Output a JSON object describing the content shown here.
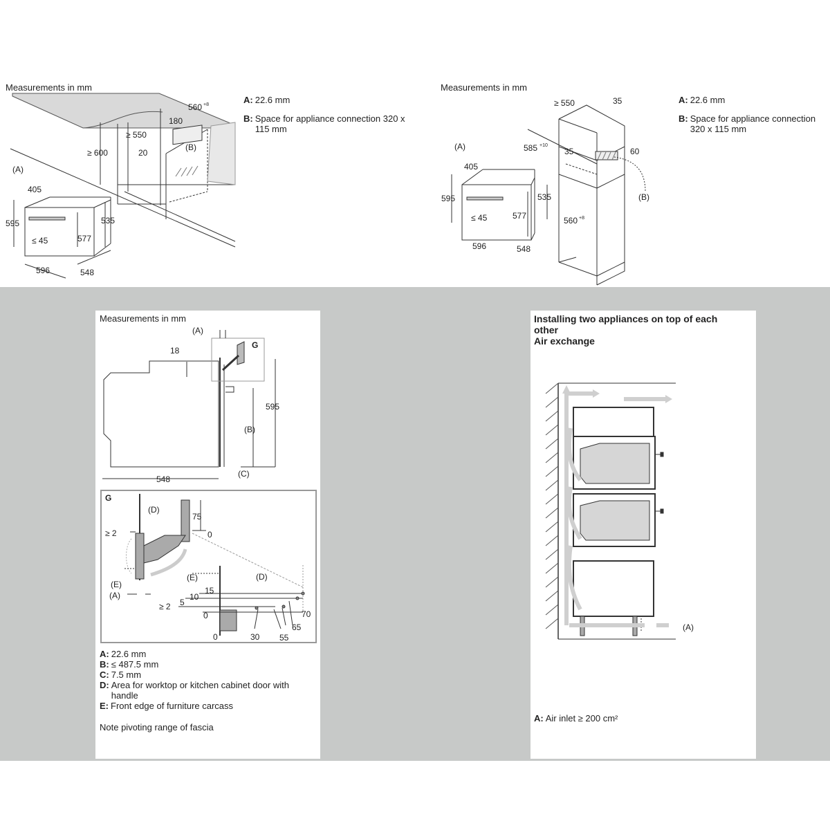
{
  "panel1": {
    "title": "Measurements in mm",
    "legend": [
      {
        "key": "A:",
        "text": "22.6 mm"
      },
      {
        "key": "B:",
        "text": "Space for appliance connection 320 x 115 mm"
      }
    ],
    "dims": {
      "d560": "560",
      "d560sup": "+8",
      "d180": "180",
      "d550": "≥ 550",
      "d600": "≥ 600",
      "d20": "20",
      "dB": "(B)",
      "dA": "(A)",
      "d405": "405",
      "d595": "595",
      "d535": "535",
      "d577": "577",
      "d45": "≤ 45",
      "d596": "596",
      "d548": "548"
    }
  },
  "panel2": {
    "title": "Measurements in mm",
    "legend": [
      {
        "key": "A:",
        "text": "22.6 mm"
      },
      {
        "key": "B:",
        "text": "Space for appliance connection 320 x 115 mm"
      }
    ],
    "dims": {
      "d550": "≥ 550",
      "d35a": "35",
      "d585": "585",
      "d585sup": "+10",
      "d35b": "35",
      "d60": "60",
      "dA": "(A)",
      "d405": "405",
      "d595": "595",
      "d535": "535",
      "d577": "577",
      "d45": "≤ 45",
      "d560": "560",
      "d560sup": "+8",
      "dB": "(B)",
      "d596": "596",
      "d548": "548"
    }
  },
  "panel3": {
    "title": "Measurements in mm",
    "legend": [
      {
        "key": "A:",
        "text": "22.6 mm"
      },
      {
        "key": "B:",
        "text": "≤ 487.5 mm"
      },
      {
        "key": "C:",
        "text": "7.5 mm"
      },
      {
        "key": "D:",
        "text": "Area for worktop or kitchen cabinet door with handle"
      },
      {
        "key": "E:",
        "text": "Front edge of furniture carcass"
      }
    ],
    "note": "Note pivoting range of fascia",
    "dims": {
      "dA": "(A)",
      "dG": "G",
      "d18": "18",
      "d595": "595",
      "dB": "(B)",
      "dC": "(C)",
      "d548": "548",
      "gG": "G",
      "gD": "(D)",
      "g75": "75",
      "g0a": "0",
      "g2a": "≥ 2",
      "gE": "(E)",
      "gA": "(A)",
      "gE2": "(E)",
      "gD2": "(D)",
      "g15": "15",
      "g10": "10",
      "g2b": "≥ 2",
      "g5": "5",
      "g0b": "0",
      "g0c": "0",
      "g30": "30",
      "g55": "55",
      "g65": "65",
      "g70": "70"
    }
  },
  "panel4": {
    "title_line1": "Installing two appliances on top of each",
    "title_line2": "other",
    "title_line3": "Air exchange",
    "label_A": "(A)",
    "legend": [
      {
        "key": "A:",
        "text": "Air inlet ≥ 200 cm²"
      }
    ]
  }
}
